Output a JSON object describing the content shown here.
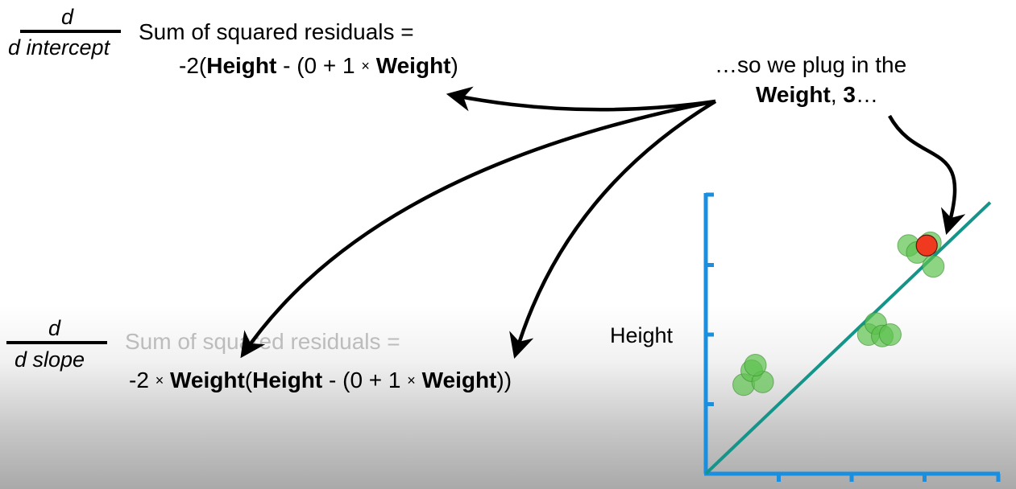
{
  "intercept_derivative": {
    "numerator": "d",
    "denominator": "d intercept",
    "label": "Sum of squared residuals =",
    "formula": {
      "open": "-2(",
      "height": "Height",
      "minus_open": " - (0 + 1 ",
      "times": "×",
      "weight": "Weight",
      "close": ")"
    }
  },
  "slope_derivative": {
    "numerator": "d",
    "denominator": "d slope",
    "label": "Sum of squared residuals =",
    "formula": {
      "open": "-2 ",
      "times1": "×",
      "weight1": "Weight",
      "paren_open": "(",
      "height": "Height",
      "minus_open": " - (0 + 1 ",
      "times2": "×",
      "weight2": "Weight",
      "close": "))"
    }
  },
  "callout": {
    "line1": "…so we plug in the",
    "weight_word": "Weight",
    "comma": ", ",
    "value": "3",
    "ellipsis": "…"
  },
  "chart_data": {
    "type": "scatter",
    "ylabel": "Height",
    "xlabel": "",
    "xlim": [
      0,
      4
    ],
    "ylim": [
      0,
      4
    ],
    "x_ticks": [
      1,
      2,
      3,
      4
    ],
    "y_ticks": [
      1,
      2,
      3,
      4
    ],
    "points": [
      {
        "x": 0.52,
        "y": 1.28
      },
      {
        "x": 0.63,
        "y": 1.48
      },
      {
        "x": 0.78,
        "y": 1.32
      },
      {
        "x": 0.68,
        "y": 1.56
      },
      {
        "x": 2.23,
        "y": 2.0
      },
      {
        "x": 2.33,
        "y": 2.16
      },
      {
        "x": 2.42,
        "y": 1.98
      },
      {
        "x": 2.53,
        "y": 2.0
      },
      {
        "x": 2.78,
        "y": 3.28
      },
      {
        "x": 2.9,
        "y": 3.18
      },
      {
        "x": 3.08,
        "y": 3.32
      },
      {
        "x": 3.12,
        "y": 2.98
      }
    ],
    "highlight_point": {
      "x": 3.03,
      "y": 3.28
    },
    "fit_line": {
      "intercept": 0,
      "slope": 1
    },
    "colors": {
      "axes": "#1a8fe0",
      "line": "#15948a",
      "points": "#5cc24e",
      "highlight": "#f03a20"
    }
  }
}
